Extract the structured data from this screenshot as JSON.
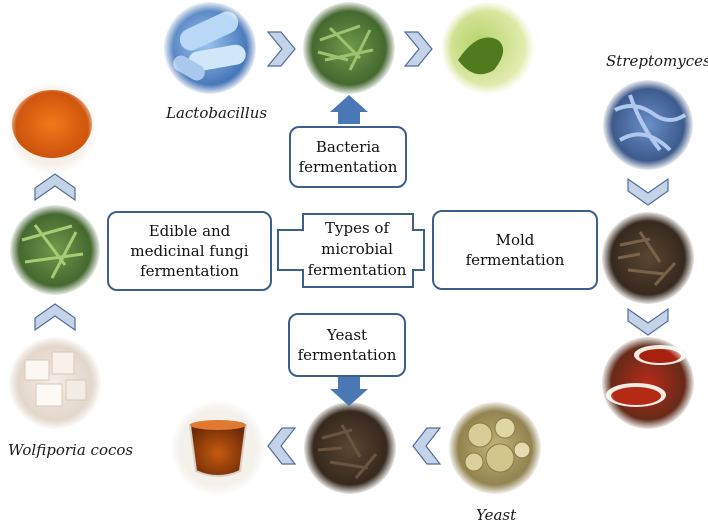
{
  "center": {
    "line1": "Types of",
    "line2": "microbial",
    "line3": "fermentation"
  },
  "boxes": {
    "bacteria": {
      "line1": "Bacteria",
      "line2": "fermentation"
    },
    "fungi": {
      "line1": "Edible and",
      "line2": "medicinal fungi",
      "line3": "fermentation"
    },
    "mold": {
      "line1": "Mold",
      "line2": "fermentation"
    },
    "yeast": {
      "line1": "Yeast",
      "line2": "fermentation"
    }
  },
  "labels": {
    "lactobacillus": "Lactobacillus",
    "streptomyces": "Streptomyces",
    "wolfiporia": "Wolfiporia cocos",
    "yeast": "Yeast"
  },
  "colors": {
    "box_border": "#3b5e8c",
    "arrow_fill": "#4a78b5",
    "chevron_fill": "#c5d3e8",
    "chevron_stroke": "#4f6e9a"
  }
}
